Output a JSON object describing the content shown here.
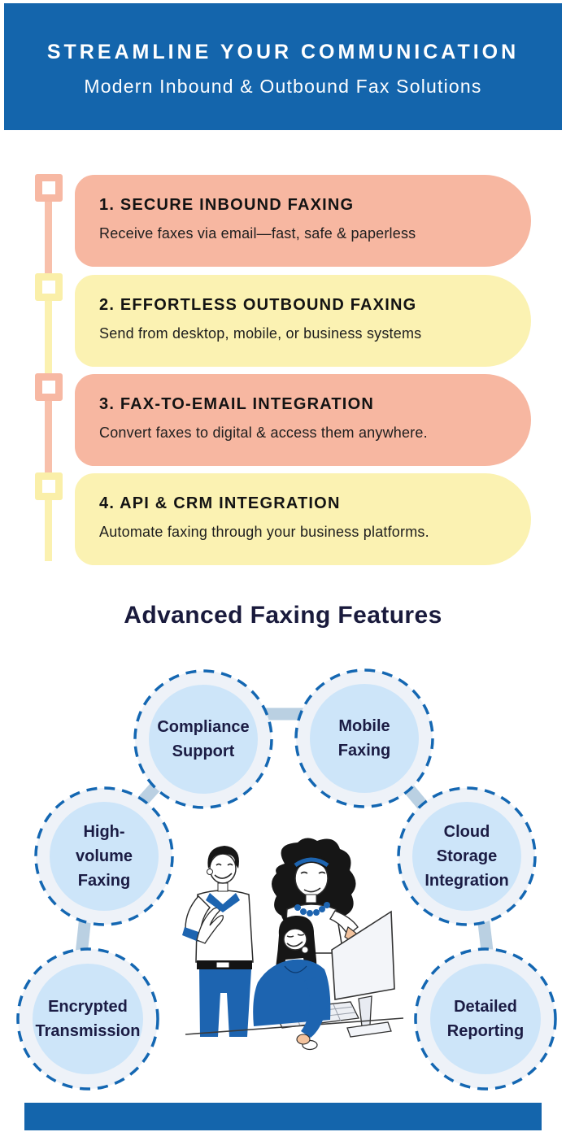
{
  "header": {
    "title": "STREAMLINE YOUR COMMUNICATION",
    "subtitle": "Modern Inbound & Outbound Fax Solutions"
  },
  "steps": [
    {
      "title": "1. SECURE INBOUND FAXING",
      "description": "Receive faxes via email—fast, safe & paperless",
      "color": "#f7b7a1"
    },
    {
      "title": "2. EFFORTLESS OUTBOUND FAXING",
      "description": "Send from desktop, mobile, or business systems",
      "color": "#fbf2b2"
    },
    {
      "title": "3. FAX-TO-EMAIL INTEGRATION",
      "description": "Convert faxes to digital & access them anywhere.",
      "color": "#f7b7a1"
    },
    {
      "title": "4. API & CRM INTEGRATION",
      "description": "Automate faxing through your business platforms.",
      "color": "#fbf2b2"
    }
  ],
  "features": {
    "heading": "Advanced Faxing Features",
    "items": [
      {
        "label": "Compliance Support"
      },
      {
        "label": "Mobile Faxing"
      },
      {
        "label": "High-volume Faxing"
      },
      {
        "label": "Cloud Storage Integration"
      },
      {
        "label": "Encrypted Transmission"
      },
      {
        "label": "Detailed Reporting"
      }
    ]
  },
  "illustration": {
    "description": "Three coworkers collaborating around a desktop computer"
  },
  "colors": {
    "header_bg": "#1465ac",
    "footer_bg": "#1465ac",
    "step_peach": "#f7b7a1",
    "step_yellow": "#fbf2b2",
    "timeline_peach": "#f8c0ab",
    "timeline_yellow": "#fbf1b0",
    "circle_inner": "#cde5f9",
    "circle_ring": "#eef2f8",
    "circle_border": "#1467b2",
    "connector": "#bad0e2",
    "heading_text": "#191a3c",
    "accent_blue": "#1d64b0"
  }
}
